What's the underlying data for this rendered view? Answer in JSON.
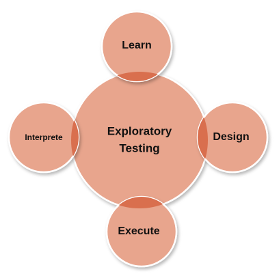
{
  "center": {
    "line1": "Exploratory",
    "line2": "Testing"
  },
  "nodes": {
    "top": "Learn",
    "right": "Design",
    "bottom": "Execute",
    "left": "Interprete"
  },
  "colors": {
    "fill": "#E8A58D",
    "overlap": "#D96F4E",
    "stroke": "#FFFFFF"
  }
}
